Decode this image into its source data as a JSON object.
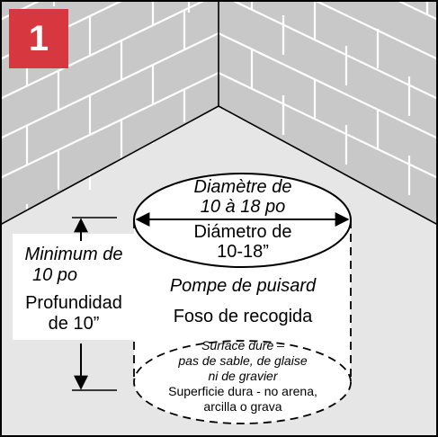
{
  "step_number": "1",
  "diameter": {
    "fr_line1": "Diamètre de",
    "fr_line2": "10 à 18 po",
    "es_line1": "Diámetro de",
    "es_line2": "10-18”"
  },
  "depth": {
    "fr_line1": "Minimum de",
    "fr_line2": "10 po",
    "es_line1": "Profundidad",
    "es_line2": "de 10”"
  },
  "pit": {
    "fr": "Pompe de puisard",
    "es": "Foso de recogida"
  },
  "bottom": {
    "fr_line1": "Surface dure –",
    "fr_line2": "pas de sable, de glaise",
    "fr_line3": "ni de gravier",
    "es_line1": "Superficie dura - no arena,",
    "es_line2": "arcilla o grava"
  },
  "colors": {
    "badge": "#d7373f",
    "wall": "#c8c8c8",
    "floor": "#e6e6e6"
  }
}
